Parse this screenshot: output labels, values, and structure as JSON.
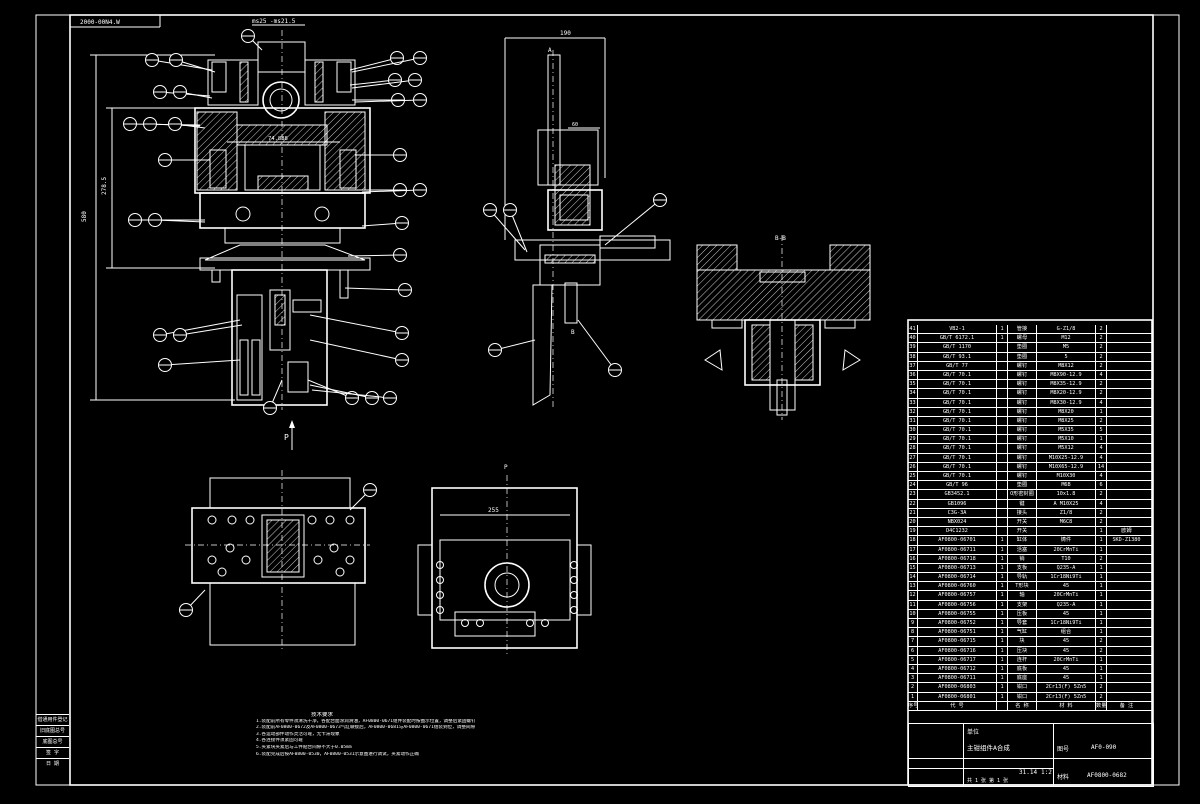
{
  "drawing": {
    "ref_code": "2000-00N4.W",
    "view_label_p": "P",
    "view_label_bb": "B-B",
    "view_letter_top": "P",
    "dim_overall_height": "580",
    "dim_section_height": "278.5",
    "dim_width_top": "ms25 -ms21.5",
    "dim_inner": "74.888",
    "dim_side_width": "190",
    "dim_side_small": "60",
    "dim_bottom_width": "255",
    "arrow_a": "A",
    "arrow_b": "B"
  },
  "notes": {
    "heading": "技术要求",
    "lines": [
      "1.装配前所有零件须清洗干净，各配合面涂润滑油，AF0800-0671组件装配时按图示位置，调整后紧固螺钉",
      "2.装配前AF0800-0672及AF0800-0673气缸联接后，AF0800-0681与AF0800-0671组装到位，调整间隙",
      "3.各运动部件动作灵活可靠，无卡滞现象",
      "4.各连接件须紧固可靠",
      "5.夹紧块夹紧后与工件贴合间隙不大于0.05mm",
      "6.装配完成后按AF0800-0530，AF0800-0531示意图进行调试，夹紧动作正确"
    ]
  },
  "left_strip": [
    "借通用件登记",
    "旧底图总号",
    "底图总号",
    "签 字",
    "日 期"
  ],
  "bom": {
    "header": {
      "no": "序号",
      "code": "代 号",
      "qty": "",
      "name": "名 称",
      "mat": "材 料",
      "cnt": "数量",
      "rem": "备 注"
    },
    "rows": [
      {
        "no": "41",
        "code": "VB2-1",
        "qty": "1",
        "name": "管接",
        "mat": "G-Z1/8",
        "cnt": "2",
        "rem": ""
      },
      {
        "no": "40",
        "code": "GB/T 6172.1",
        "qty": "1",
        "name": "螺母",
        "mat": "M12",
        "cnt": "2",
        "rem": ""
      },
      {
        "no": "39",
        "code": "GB/T 1170",
        "qty": "",
        "name": "垫圈",
        "mat": "M5",
        "cnt": "2",
        "rem": ""
      },
      {
        "no": "38",
        "code": "GB/T 93.1",
        "qty": "",
        "name": "垫圈",
        "mat": "5",
        "cnt": "2",
        "rem": ""
      },
      {
        "no": "37",
        "code": "GB/T 77",
        "qty": "",
        "name": "螺钉",
        "mat": "M8X12",
        "cnt": "2",
        "rem": ""
      },
      {
        "no": "36",
        "code": "GB/T 70.1",
        "qty": "",
        "name": "螺钉",
        "mat": "M8X90-12.9",
        "cnt": "4",
        "rem": ""
      },
      {
        "no": "35",
        "code": "GB/T 70.1",
        "qty": "",
        "name": "螺钉",
        "mat": "M8X35-12.9",
        "cnt": "2",
        "rem": ""
      },
      {
        "no": "34",
        "code": "GB/T 70.1",
        "qty": "",
        "name": "螺钉",
        "mat": "M8X20-12.9",
        "cnt": "2",
        "rem": ""
      },
      {
        "no": "33",
        "code": "GB/T 70.1",
        "qty": "",
        "name": "螺钉",
        "mat": "M8X30-12.9",
        "cnt": "4",
        "rem": ""
      },
      {
        "no": "32",
        "code": "GB/T 70.1",
        "qty": "",
        "name": "螺钉",
        "mat": "M8X20",
        "cnt": "1",
        "rem": ""
      },
      {
        "no": "31",
        "code": "GB/T 70.1",
        "qty": "",
        "name": "螺钉",
        "mat": "M8X25",
        "cnt": "2",
        "rem": ""
      },
      {
        "no": "30",
        "code": "GB/T 70.1",
        "qty": "",
        "name": "螺钉",
        "mat": "M5X35",
        "cnt": "5",
        "rem": ""
      },
      {
        "no": "29",
        "code": "GB/T 70.1",
        "qty": "",
        "name": "螺钉",
        "mat": "M5X10",
        "cnt": "1",
        "rem": ""
      },
      {
        "no": "28",
        "code": "GB/T 70.1",
        "qty": "",
        "name": "螺钉",
        "mat": "M5X12",
        "cnt": "4",
        "rem": ""
      },
      {
        "no": "27",
        "code": "GB/T 70.1",
        "qty": "",
        "name": "螺钉",
        "mat": "M10X25-12.9",
        "cnt": "4",
        "rem": ""
      },
      {
        "no": "26",
        "code": "GB/T 70.1",
        "qty": "",
        "name": "螺钉",
        "mat": "M10X65-12.9",
        "cnt": "14",
        "rem": ""
      },
      {
        "no": "25",
        "code": "GB/T 70.1",
        "qty": "",
        "name": "螺钉",
        "mat": "M10X30",
        "cnt": "4",
        "rem": ""
      },
      {
        "no": "24",
        "code": "GB/T 96",
        "qty": "",
        "name": "垫圈",
        "mat": "M6B",
        "cnt": "6",
        "rem": ""
      },
      {
        "no": "23",
        "code": "GB3452.1",
        "qty": "",
        "name": "O形密封圈",
        "mat": "10x1.8",
        "cnt": "2",
        "rem": ""
      },
      {
        "no": "22",
        "code": "GB1096",
        "qty": "",
        "name": "键",
        "mat": "A M10X25",
        "cnt": "4",
        "rem": ""
      },
      {
        "no": "21",
        "code": "C3G-3A",
        "qty": "",
        "name": "接头",
        "mat": "Z1/8",
        "cnt": "2",
        "rem": ""
      },
      {
        "no": "20",
        "code": "NBX024",
        "qty": "",
        "name": "开关",
        "mat": "M6C8",
        "cnt": "2",
        "rem": ""
      },
      {
        "no": "19",
        "code": "D4C1232",
        "qty": "",
        "name": "开关",
        "mat": "",
        "cnt": "1",
        "rem": "欧姆"
      },
      {
        "no": "18",
        "code": "AF0800-06701",
        "qty": "1",
        "name": "缸体",
        "mat": "铸件",
        "cnt": "1",
        "rem": "SKD-Z1380"
      },
      {
        "no": "17",
        "code": "AF0800-06711",
        "qty": "1",
        "name": "活塞",
        "mat": "20CrMnTi",
        "cnt": "1",
        "rem": ""
      },
      {
        "no": "16",
        "code": "AF0800-06718",
        "qty": "1",
        "name": "销",
        "mat": "T10",
        "cnt": "2",
        "rem": ""
      },
      {
        "no": "15",
        "code": "AF0800-06713",
        "qty": "1",
        "name": "支板",
        "mat": "Q235-A",
        "cnt": "1",
        "rem": ""
      },
      {
        "no": "14",
        "code": "AF0800-06714",
        "qty": "1",
        "name": "导轨",
        "mat": "1Cr18Ni9Ti",
        "cnt": "1",
        "rem": ""
      },
      {
        "no": "13",
        "code": "AF0800-06760",
        "qty": "1",
        "name": "T形块",
        "mat": "45",
        "cnt": "1",
        "rem": ""
      },
      {
        "no": "12",
        "code": "AF0800-06757",
        "qty": "1",
        "name": "轴",
        "mat": "20CrMnTi",
        "cnt": "1",
        "rem": ""
      },
      {
        "no": "11",
        "code": "AF0800-06756",
        "qty": "1",
        "name": "支架",
        "mat": "Q235-A",
        "cnt": "1",
        "rem": ""
      },
      {
        "no": "10",
        "code": "AF0800-06755",
        "qty": "1",
        "name": "压板",
        "mat": "45",
        "cnt": "1",
        "rem": ""
      },
      {
        "no": "9",
        "code": "AF0800-06752",
        "qty": "1",
        "name": "导套",
        "mat": "1Cr18Ni9Ti",
        "cnt": "1",
        "rem": ""
      },
      {
        "no": "8",
        "code": "AF0800-06751",
        "qty": "1",
        "name": "气缸",
        "mat": "组合",
        "cnt": "1",
        "rem": ""
      },
      {
        "no": "7",
        "code": "AF0800-06715",
        "qty": "1",
        "name": "块",
        "mat": "45",
        "cnt": "2",
        "rem": ""
      },
      {
        "no": "6",
        "code": "AF0800-06716",
        "qty": "1",
        "name": "压块",
        "mat": "45",
        "cnt": "2",
        "rem": ""
      },
      {
        "no": "5",
        "code": "AF0800-06717",
        "qty": "1",
        "name": "连杆",
        "mat": "20CrMnTi",
        "cnt": "1",
        "rem": ""
      },
      {
        "no": "4",
        "code": "AF0800-06712",
        "qty": "1",
        "name": "底板",
        "mat": "45",
        "cnt": "1",
        "rem": ""
      },
      {
        "no": "3",
        "code": "AF0800-06711",
        "qty": "1",
        "name": "底座",
        "mat": "45",
        "cnt": "1",
        "rem": ""
      },
      {
        "no": "2",
        "code": "AF0800-06803",
        "qty": "1",
        "name": "钳口",
        "mat": "2Cr13(F) 5Zn5",
        "cnt": "2",
        "rem": ""
      },
      {
        "no": "1",
        "code": "AF0800-06801",
        "qty": "1",
        "name": "钳口",
        "mat": "2Cr13(F) 5Zn5",
        "cnt": "2",
        "rem": ""
      }
    ]
  },
  "title_block": {
    "assembly_name": "主钳组件A合成",
    "drawing_no_label": "图号",
    "drawing_no": "AF0-090",
    "material_label": "材料",
    "part_no": "AF0800-0682",
    "scale": "1:2",
    "weight": "31.14",
    "sheet": "共 1 张  第 1 张",
    "unit_label": "单位"
  },
  "colors": {
    "background": "#000000",
    "line": "#ffffff"
  }
}
